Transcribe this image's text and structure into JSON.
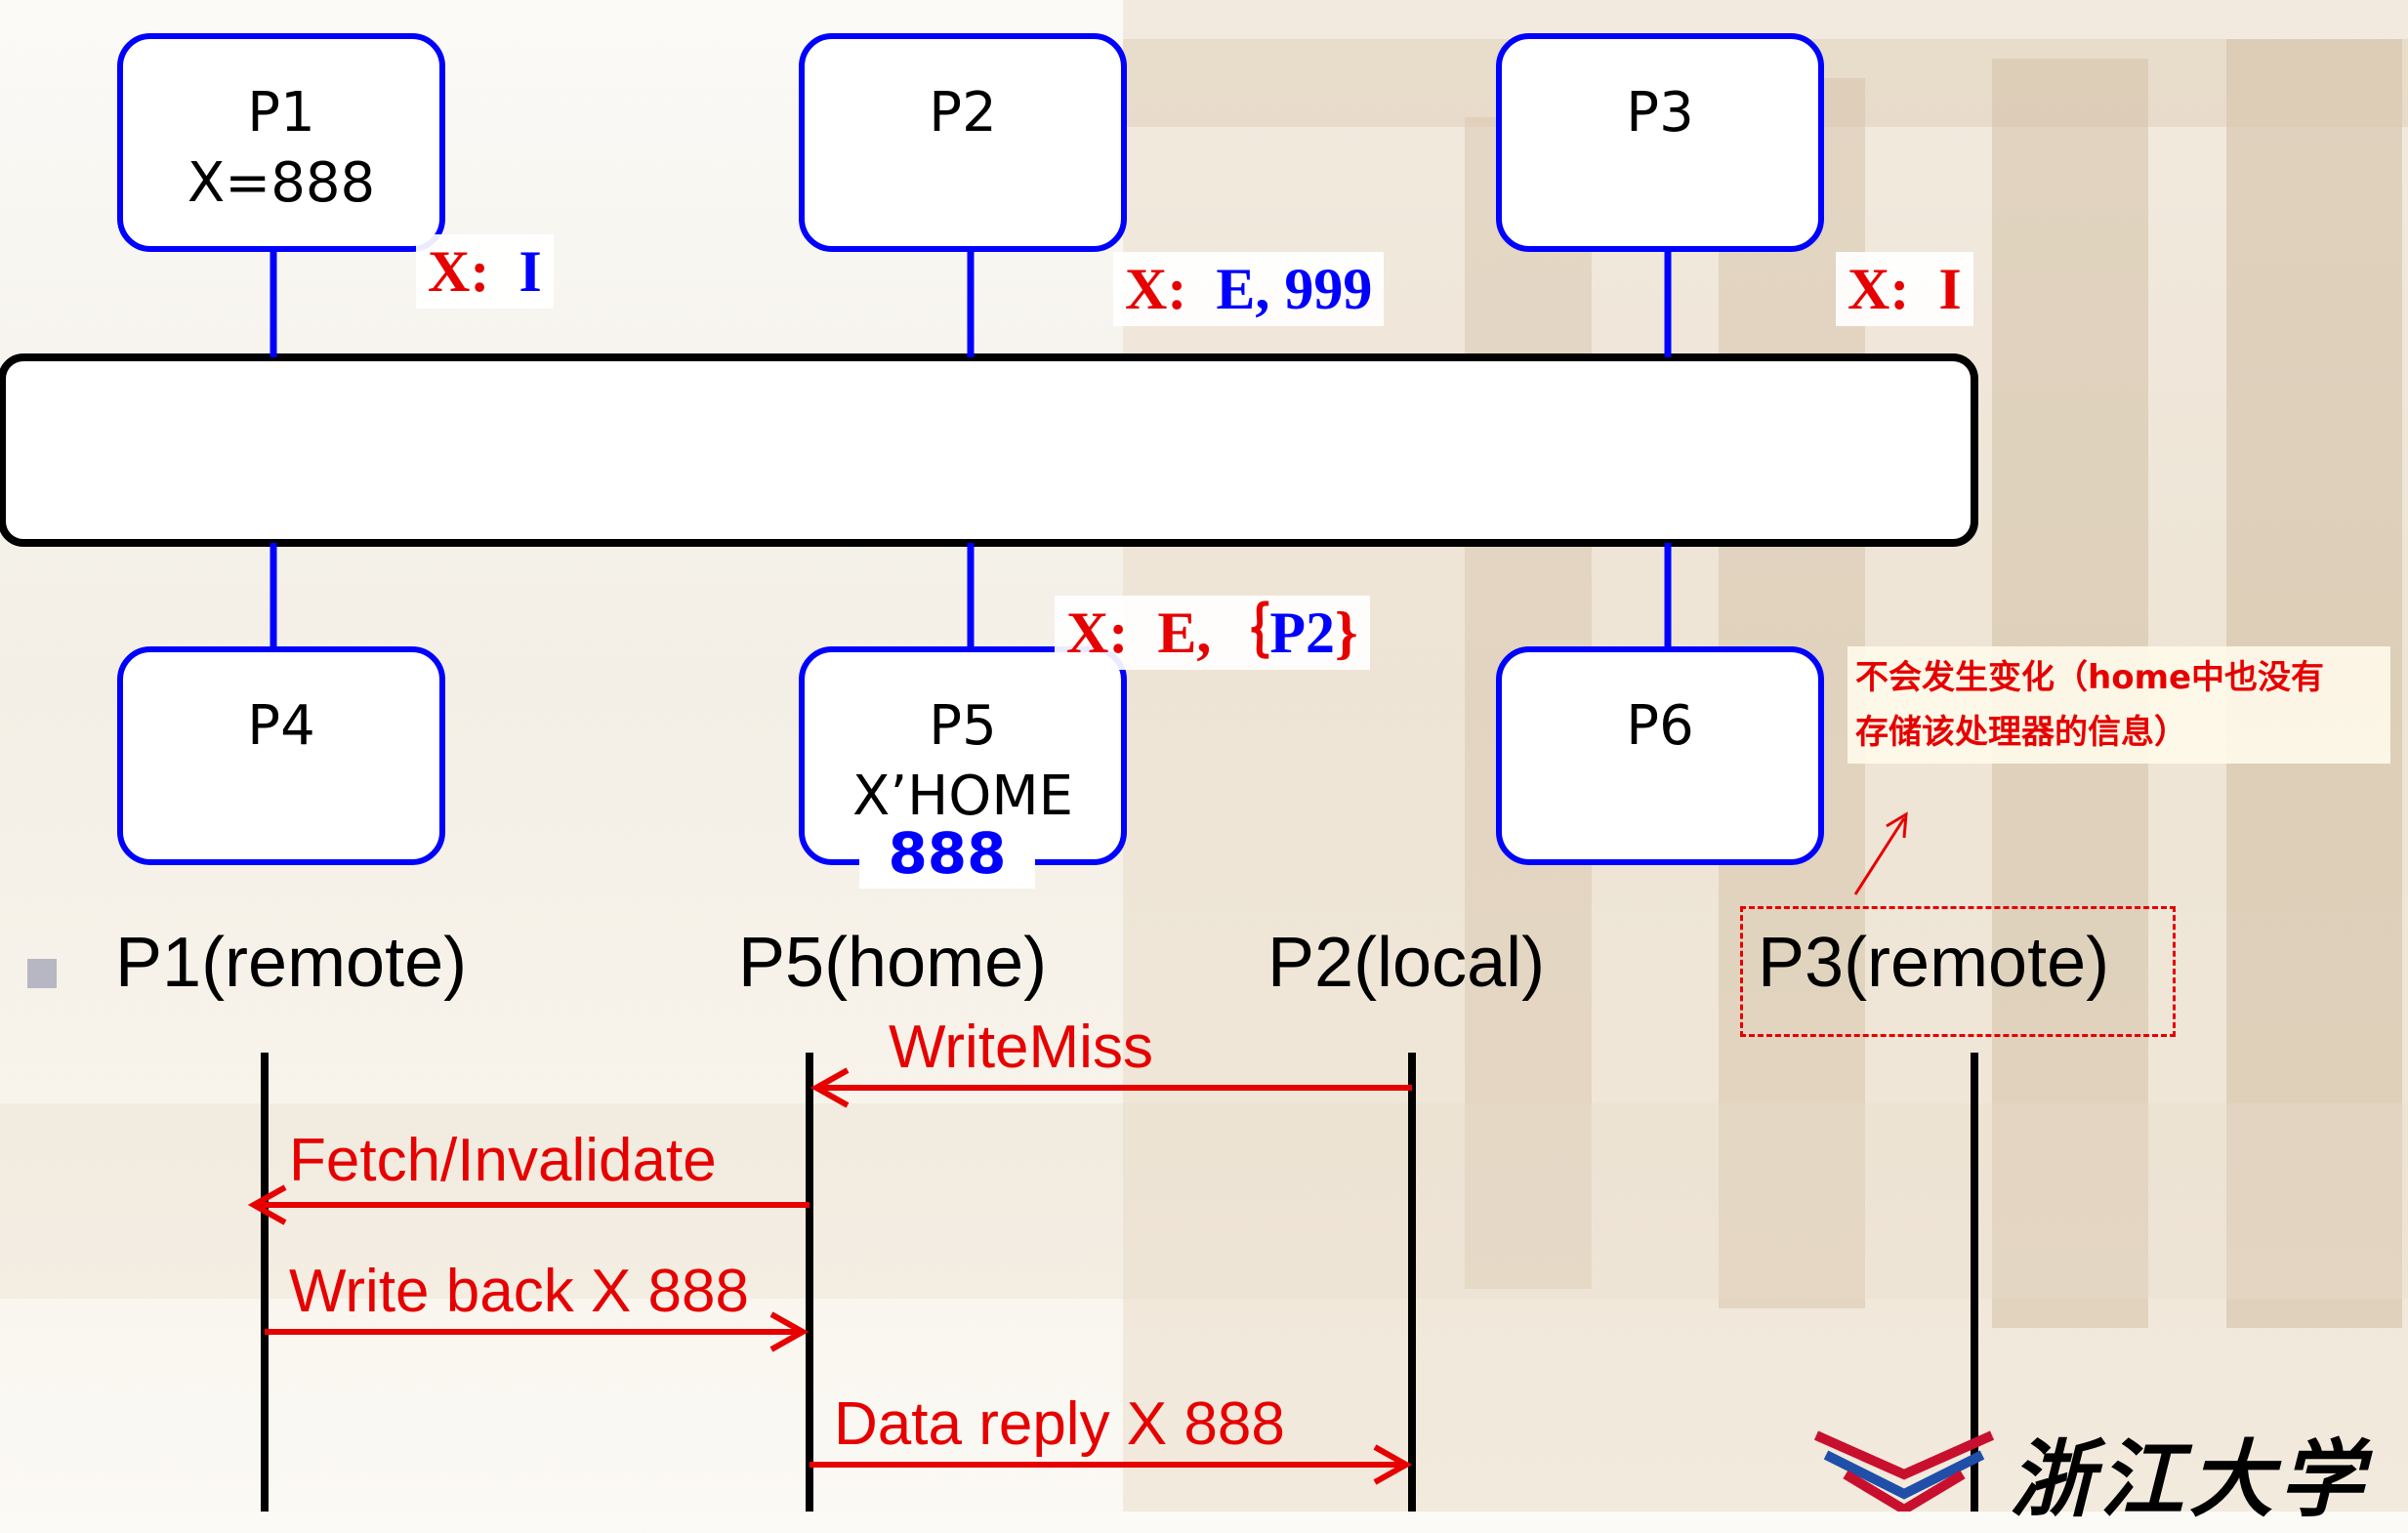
{
  "processors": {
    "p1": {
      "name": "P1",
      "value": "X=888"
    },
    "p2": {
      "name": "P2"
    },
    "p3": {
      "name": "P3"
    },
    "p4": {
      "name": "P4"
    },
    "p5": {
      "name": "P5",
      "home": "X’HOME",
      "value": "888"
    },
    "p6": {
      "name": "P6"
    }
  },
  "states": {
    "p1": {
      "prefix": "X:",
      "state": "I"
    },
    "p2": {
      "prefix": "X:",
      "state": "E, 999"
    },
    "p3": {
      "prefix": "X:",
      "state": "I"
    },
    "p5": {
      "prefix": "X:",
      "state_red": "E,｛",
      "sharer": "P2",
      "close": "}"
    }
  },
  "note": {
    "line1": "不会发生变化（home中也没有",
    "line2": "存储该处理器的信息）"
  },
  "timeline": {
    "labels": [
      "P1(remote)",
      "P5(home)",
      "P2(local)",
      "P3(remote)"
    ],
    "messages": [
      "WriteMiss",
      "Fetch/Invalidate",
      "Write back X 888",
      "Data reply X 888"
    ]
  },
  "logo": {
    "text": "浙江大学"
  },
  "colors": {
    "red": "#e60000",
    "blue": "#0000ff",
    "black": "#000000"
  }
}
